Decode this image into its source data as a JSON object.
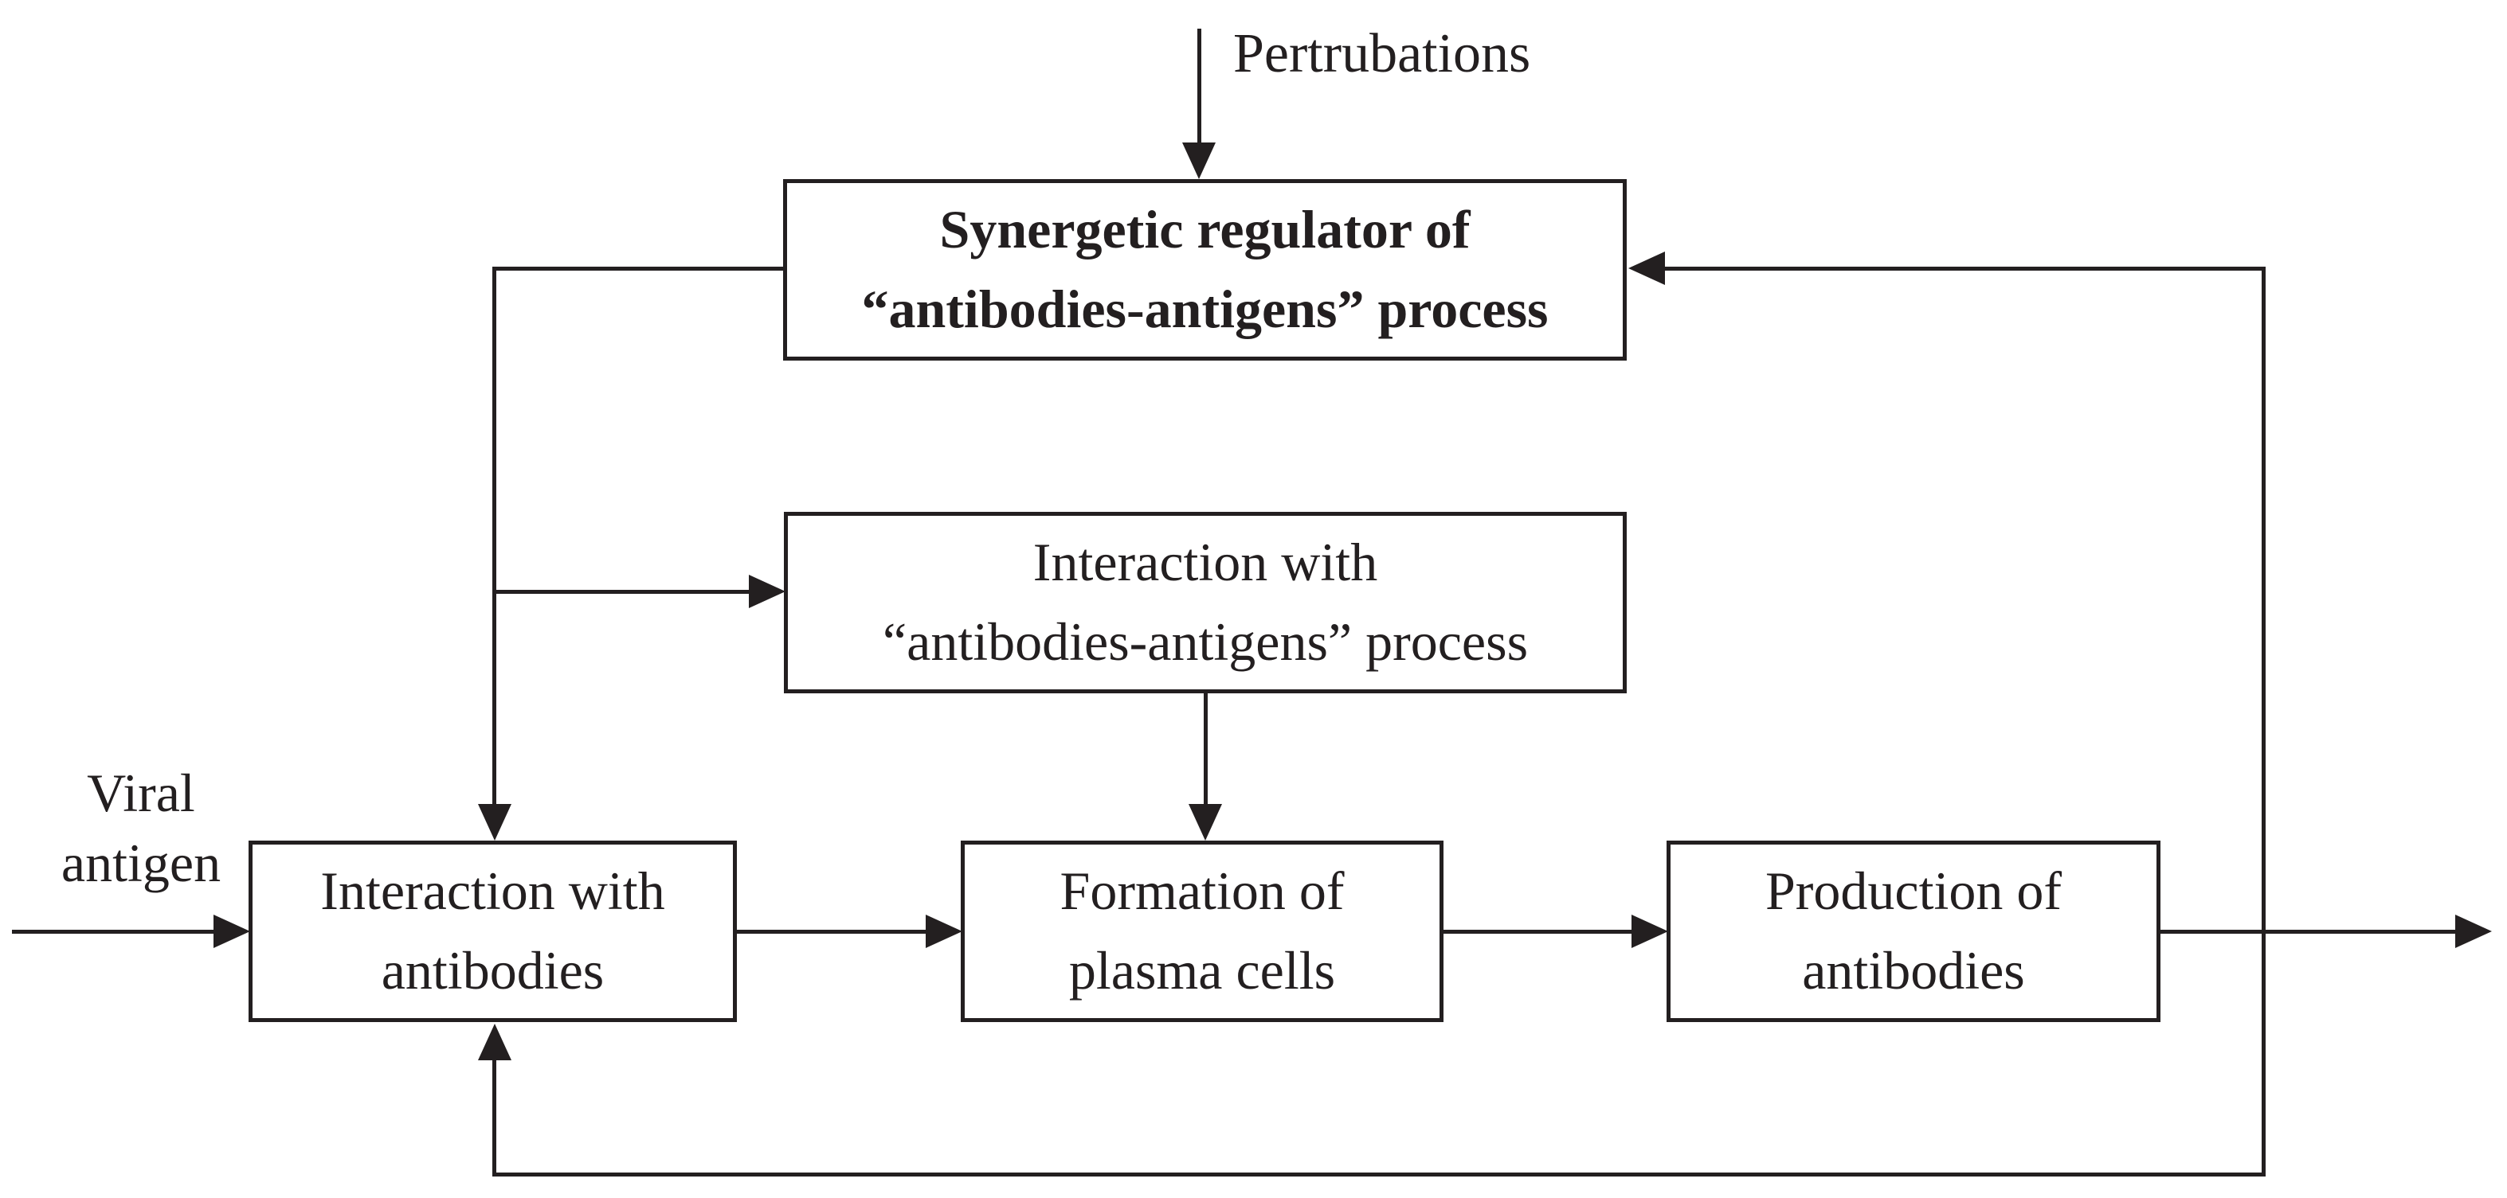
{
  "colors": {
    "ink": "#231f20",
    "background": "#ffffff"
  },
  "labels": {
    "perturbations": "Pertrubations",
    "viral_antigen_line1": "Viral",
    "viral_antigen_line2": "antigen"
  },
  "nodes": {
    "regulator": {
      "line1": "Synergetic regulator of",
      "line2": "“antibodies-antigens” process"
    },
    "interaction_process": {
      "line1": "Interaction with",
      "line2": "“antibodies-antigens” process"
    },
    "interaction_antibodies": {
      "line1": "Interaction with",
      "line2": "antibodies"
    },
    "plasma": {
      "line1": "Formation of",
      "line2": "plasma cells"
    },
    "production": {
      "line1": "Production of",
      "line2": "antibodies"
    }
  },
  "edges": [
    {
      "from": "Pertrubations",
      "to": "Synergetic regulator of “antibodies-antigens” process",
      "arrow": true
    },
    {
      "from": "Synergetic regulator of “antibodies-antigens” process",
      "to": "Interaction with antibodies",
      "arrow": true
    },
    {
      "from": "Synergetic regulator of “antibodies-antigens” process",
      "to": "Interaction with “antibodies-antigens” process",
      "arrow": true
    },
    {
      "from": "Interaction with “antibodies-antigens” process",
      "to": "Formation of plasma cells",
      "arrow": true
    },
    {
      "from": "Viral antigen",
      "to": "Interaction with antibodies",
      "arrow": true
    },
    {
      "from": "Interaction with antibodies",
      "to": "Formation of plasma cells",
      "arrow": true
    },
    {
      "from": "Formation of plasma cells",
      "to": "Production of antibodies",
      "arrow": true
    },
    {
      "from": "Production of antibodies",
      "to": "output",
      "arrow": true
    },
    {
      "from": "output",
      "to": "Synergetic regulator of “antibodies-antigens” process",
      "arrow": true
    },
    {
      "from": "output",
      "to": "Interaction with antibodies",
      "arrow": true
    }
  ]
}
